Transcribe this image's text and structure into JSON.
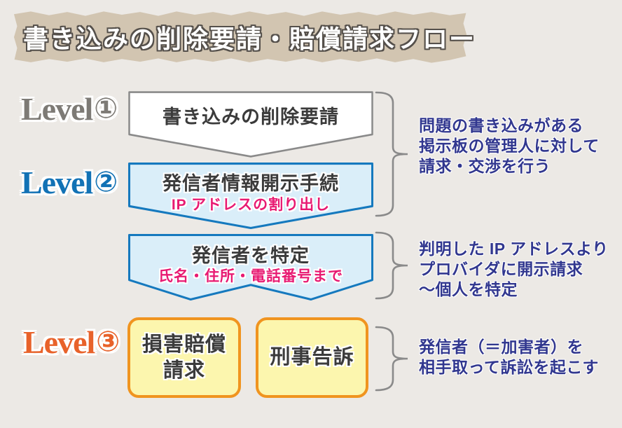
{
  "title": {
    "text": "書き込みの削除要請・賠償請求フロー"
  },
  "levels": [
    {
      "word": "Level",
      "number": "①"
    },
    {
      "word": "Level",
      "number": "②"
    },
    {
      "word": "Level",
      "number": "③"
    }
  ],
  "flow": {
    "box1": {
      "title": "書き込みの削除要請"
    },
    "box2": {
      "title": "発信者情報開示手続",
      "subtitle": "IP アドレスの割り出し"
    },
    "box3": {
      "title": "発信者を特定",
      "subtitle": "氏名・住所・電話番号まで"
    },
    "box4": {
      "line1": "損害賠償",
      "line2": "請求"
    },
    "box5": {
      "title": "刑事告訴"
    }
  },
  "annotations": [
    {
      "lines": [
        "問題の書き込みがある",
        "掲示板の管理人に対して",
        "請求・交渉を行う"
      ]
    },
    {
      "lines": [
        "判明した IP アドレスより",
        "プロバイダに開示請求",
        "～個人を特定"
      ]
    },
    {
      "lines": [
        "発信者（＝加害者）を",
        "相手取って訴訟を起こす"
      ]
    }
  ],
  "colors": {
    "background": "#ece9e5",
    "banner": "#d2c5b1",
    "title_text": "#ffffff",
    "title_outline": "#55504b",
    "level1": "#7d7a75",
    "level2": "#1272b5",
    "level3": "#e8622a",
    "box_text": "#3b3b3b",
    "pink_text": "#e81a72",
    "white_box_border": "#8a8a8a",
    "blue_box_fill": "#daeef9",
    "blue_box_border": "#1579be",
    "yellow_box_fill": "#fcf6ae",
    "yellow_box_border": "#f0941f",
    "annotation_text": "#31378f",
    "brace": "#8a8a8a"
  }
}
